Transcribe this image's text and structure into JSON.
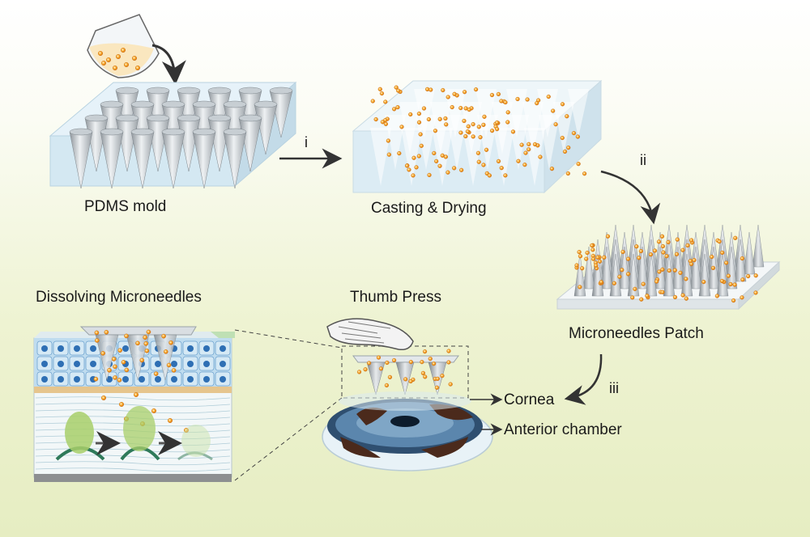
{
  "labels": {
    "pdms_mold": "PDMS mold",
    "casting_drying": "Casting & Drying",
    "microneedles_patch": "Microneedles Patch",
    "dissolving_microneedles": "Dissolving Microneedles",
    "thumb_press": "Thumb Press",
    "cornea": "Cornea",
    "anterior_chamber": "Anterior chamber"
  },
  "steps": {
    "step1": "i",
    "step2": "ii",
    "step3": "iii"
  },
  "colors": {
    "mold_top": "#e4f1f8",
    "mold_side": "#cfe4ef",
    "particle": "#f6a623",
    "epithelium": "#2e6fb4",
    "iris": "#3a5f85",
    "brown": "#5a3222",
    "arrow": "#333333"
  }
}
